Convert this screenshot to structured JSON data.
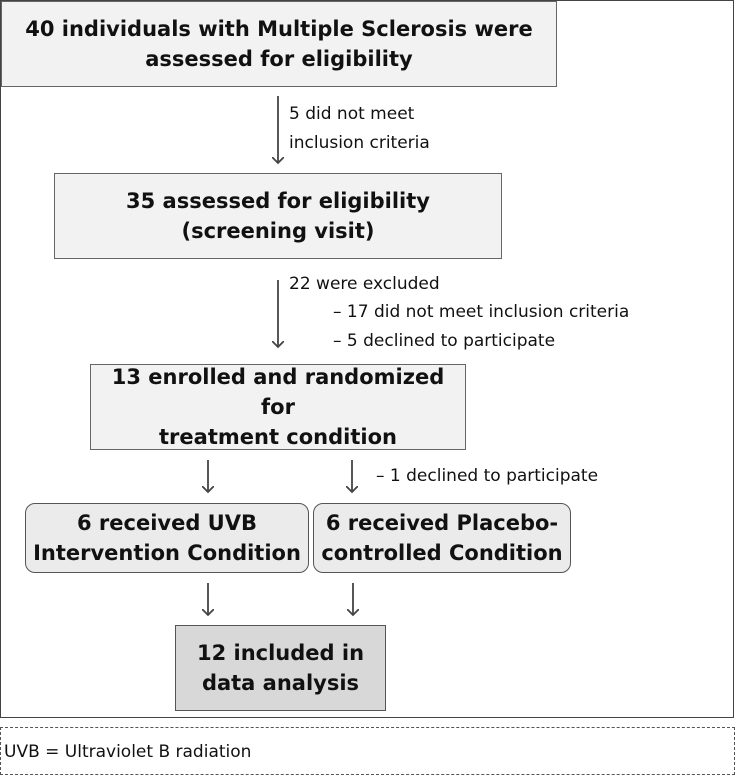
{
  "boxes": {
    "assessed_40": "40 individuals with Multiple Sclerosis were\nassessed for eligibility",
    "assessed_35": "35 assessed for eligibility\n(screening visit)",
    "enrolled": "13 enrolled and randomized for\ntreatment condition",
    "uvb": "6 received  UVB\nIntervention Condition",
    "placebo": "6 received  Placebo-\ncontrolled Condition",
    "analysis": "12 included in\ndata analysis"
  },
  "notes": {
    "not_met_line1": "5 did not meet",
    "not_met_line2": "inclusion criteria",
    "excluded": "22 were excluded",
    "excluded_a": "–  17 did not meet inclusion criteria",
    "excluded_b": "–  5 declined to participate",
    "declined": "–  1 declined to participate"
  },
  "footnote": "UVB = Ultraviolet B radiation"
}
